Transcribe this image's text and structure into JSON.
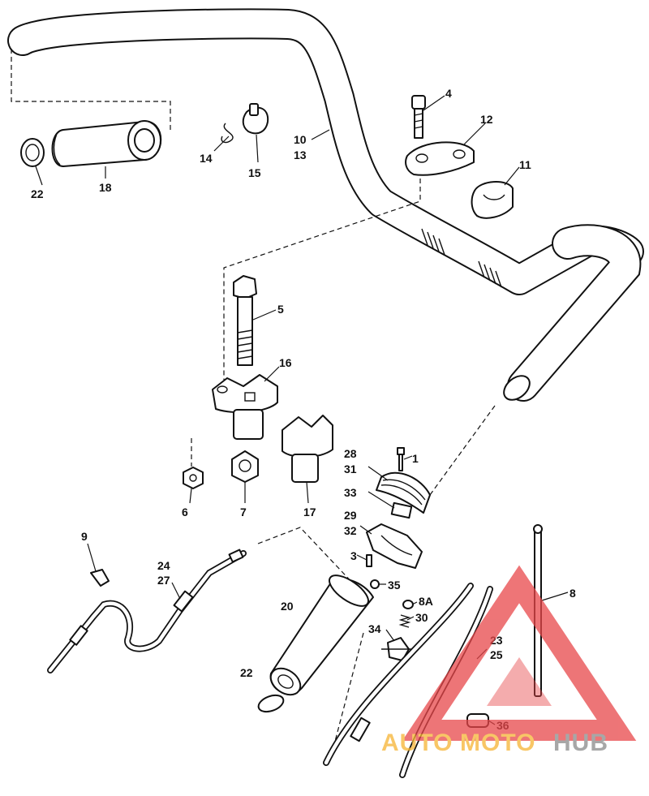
{
  "labels": {
    "p1": "1",
    "p3": "3",
    "p4": "4",
    "p5": "5",
    "p6": "6",
    "p7": "7",
    "p8": "8",
    "p8a": "8A",
    "p9": "9",
    "p10": "10",
    "p13": "13",
    "p11": "11",
    "p12": "12",
    "p14": "14",
    "p15": "15",
    "p16": "16",
    "p17": "17",
    "p18": "18",
    "p20": "20",
    "p22a": "22",
    "p22b": "22",
    "p23": "23",
    "p25": "25",
    "p24": "24",
    "p27": "27",
    "p28": "28",
    "p31": "31",
    "p29": "29",
    "p32": "32",
    "p33": "33",
    "p30": "30",
    "p34": "34",
    "p35": "35",
    "p36": "36"
  },
  "watermark": {
    "auto": "AUTO",
    "moto": "MOTO",
    "hub": "HUB",
    "colors": {
      "red": "#e8474a",
      "orange": "#f6b433",
      "gray": "#8a8a8a"
    }
  }
}
